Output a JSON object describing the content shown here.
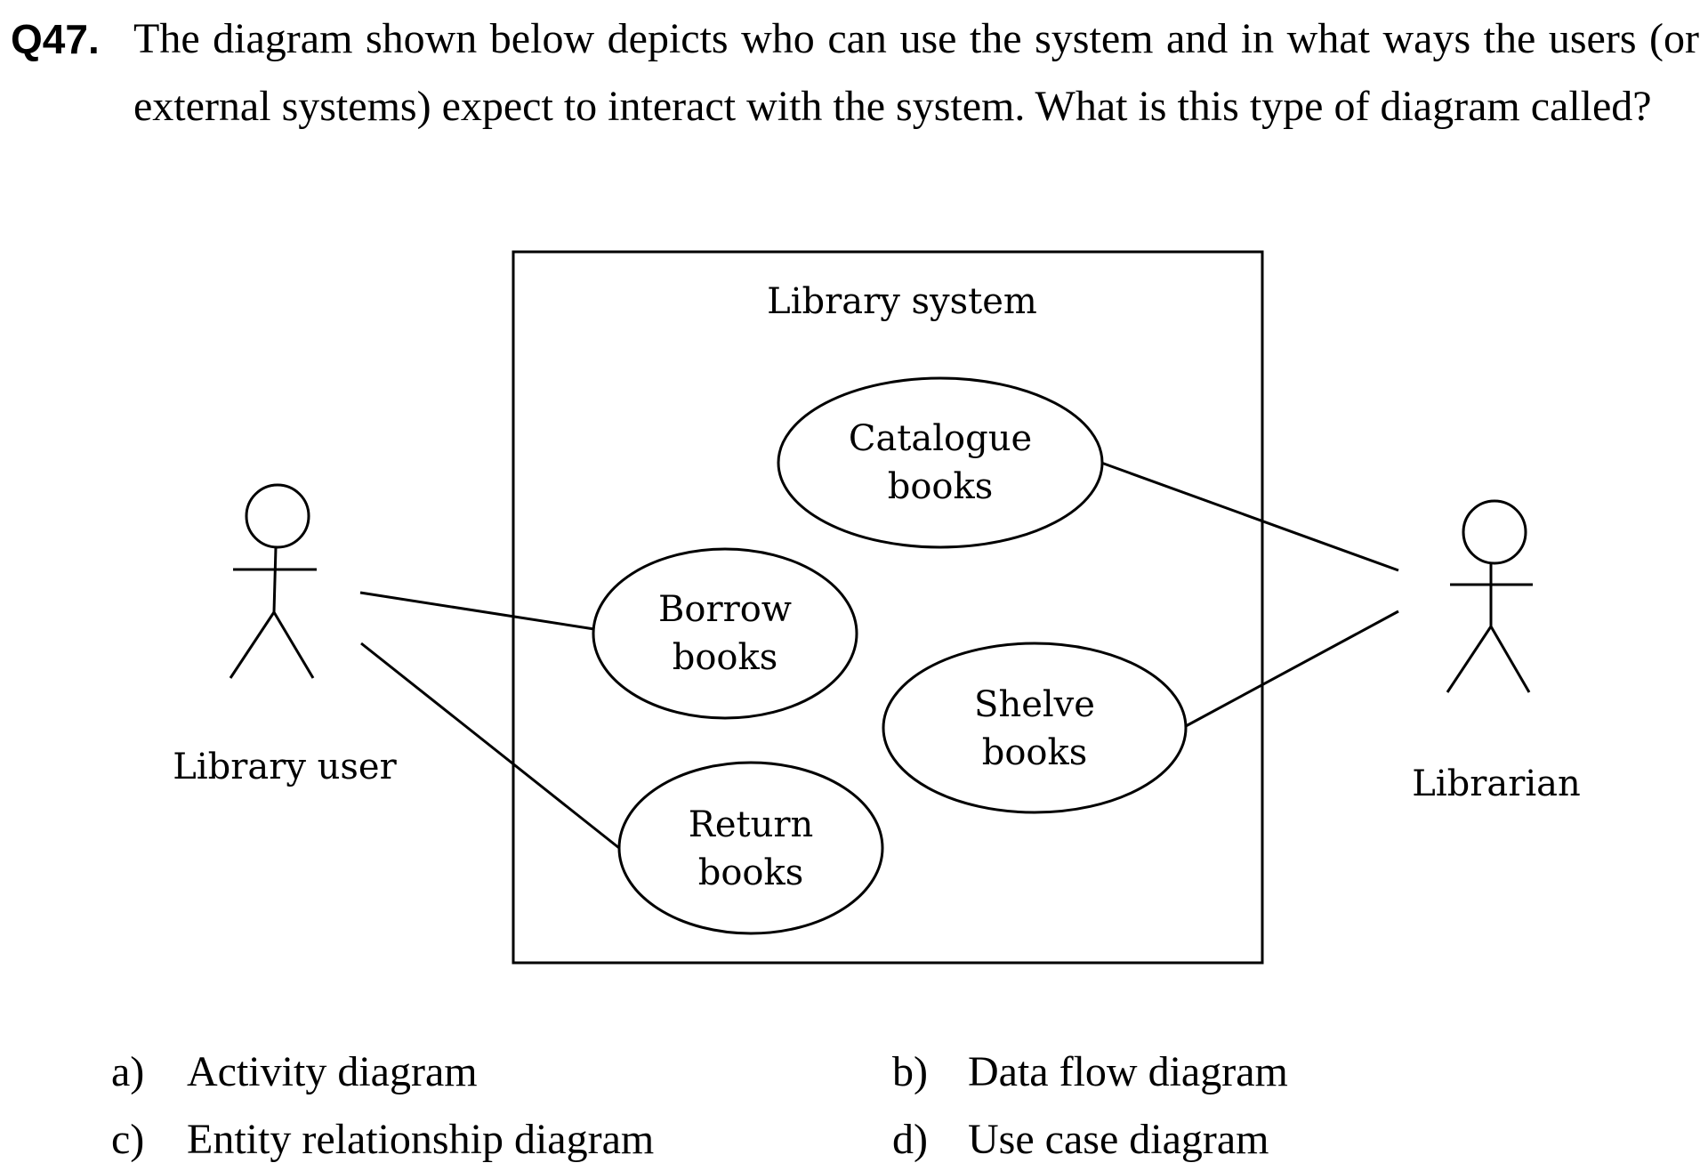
{
  "question": {
    "number": "Q47.",
    "text": "The diagram shown below depicts who can use the system and in what ways the users (or external systems) expect to interact with the system.    What is this type of diagram called?"
  },
  "diagram": {
    "system_label": "Library system",
    "actors": {
      "library_user": "Library user",
      "librarian": "Librarian"
    },
    "use_cases": {
      "catalogue": [
        "Catalogue",
        "books"
      ],
      "borrow": [
        "Borrow",
        "books"
      ],
      "shelve": [
        "Shelve",
        "books"
      ],
      "return": [
        "Return",
        "books"
      ]
    }
  },
  "options": [
    {
      "letter": "a)",
      "text": "Activity diagram"
    },
    {
      "letter": "b)",
      "text": "Data flow diagram"
    },
    {
      "letter": "c)",
      "text": "Entity relationship diagram"
    },
    {
      "letter": "d)",
      "text": "Use case diagram"
    }
  ]
}
